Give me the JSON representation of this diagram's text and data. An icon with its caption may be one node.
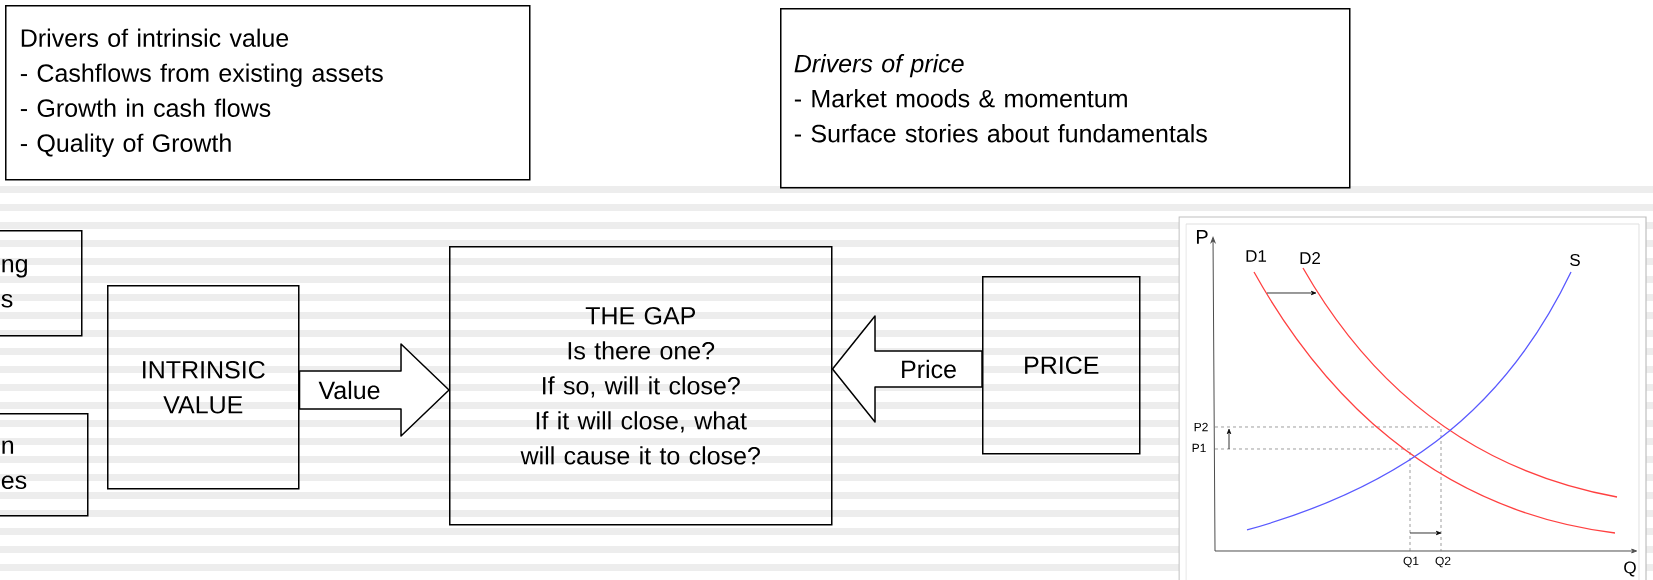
{
  "diagram": {
    "nodes": [
      {
        "text": [
          "Drivers of intrinsic value",
          "- Cashflows from existing assets",
          "- Growth in cash flows",
          "- Quality of Growth"
        ]
      },
      {
        "text": [
          "Drivers of price",
          "- Market moods & momentum",
          "- Surface stories about fundamentals"
        ]
      },
      {
        "text": [
          "ng",
          "s"
        ]
      },
      {
        "text": [
          "n",
          "es"
        ]
      },
      {
        "text": [
          "INTRINSIC VALUE"
        ]
      },
      {
        "text": [
          "THE GAP",
          "Is there one?",
          "If so, will it close?",
          "If it will close, what will cause it to close?"
        ]
      },
      {
        "text": [
          "PRICE"
        ]
      }
    ],
    "edges": [
      {
        "from": 4,
        "to": 5,
        "arrow": "to",
        "label": "Value"
      },
      {
        "from": 6,
        "to": 5,
        "arrow": "to",
        "label": "Price"
      }
    ],
    "labels": [
      "P",
      "D1",
      "D2",
      "S",
      "P2",
      "P1",
      "Q1",
      "Q2",
      "Q"
    ]
  }
}
